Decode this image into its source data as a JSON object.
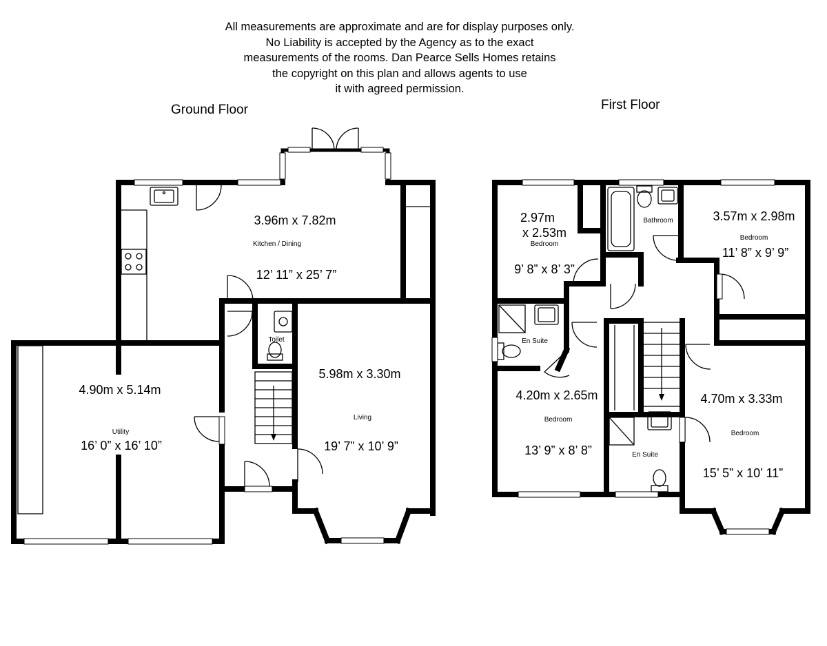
{
  "disclaimer": {
    "lines": [
      "All measurements are approximate and are for display purposes only.",
      "No Liability is accepted by the Agency as to the exact",
      "measurements of the rooms. Dan Pearce Sells Homes retains",
      "the copyright on this plan and allows agents to use",
      "it with agreed permission."
    ]
  },
  "ground_floor": {
    "title": "Ground Floor",
    "kitchen": {
      "metric": "3.96m x 7.82m",
      "name": "Kitchen / Dining",
      "imperial": "12’ 11” x 25’ 7”"
    },
    "toilet": {
      "name": "Toilet"
    },
    "utility": {
      "metric": "4.90m x 5.14m",
      "name": "Utility",
      "imperial": "16’ 0” x 16’ 10”"
    },
    "living": {
      "metric": "5.98m x 3.30m",
      "name": "Living",
      "imperial": "19’ 7” x 10’ 9”"
    }
  },
  "first_floor": {
    "title": "First Floor",
    "bedroom_tl": {
      "metric_line1": "2.97m",
      "metric_line2": "x 2.53m",
      "name": "Bedroom",
      "imperial": "9’ 8” x 8’ 3”"
    },
    "bathroom": {
      "name": "Bathroom"
    },
    "bedroom_tr": {
      "metric": "3.57m x 2.98m",
      "name": "Bedroom",
      "imperial": "11’ 8” x 9’ 9”"
    },
    "en_suite_left": {
      "name": "En Suite"
    },
    "bedroom_bl": {
      "metric": "4.20m x 2.65m",
      "name": "Bedroom",
      "imperial": "13’ 9” x 8’ 8”"
    },
    "en_suite_mid": {
      "name": "En Suite"
    },
    "bedroom_br": {
      "metric": "4.70m x 3.33m",
      "name": "Bedroom",
      "imperial": "15’ 5” x 10’ 11”"
    }
  }
}
